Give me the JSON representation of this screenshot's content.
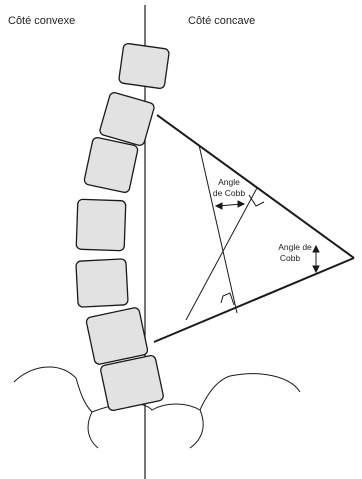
{
  "labels": {
    "convex_side": "Côté convexe",
    "concave_side": "Côté concave",
    "cobb_inner_line1": "Angle",
    "cobb_inner_line2": "de Cobb",
    "cobb_outer_line1": "Angle de",
    "cobb_outer_line2": "Cobb"
  },
  "colors": {
    "stroke": "#1a1a1a",
    "vertebra_fill": "#e2e2e2",
    "background": "#ffffff"
  }
}
